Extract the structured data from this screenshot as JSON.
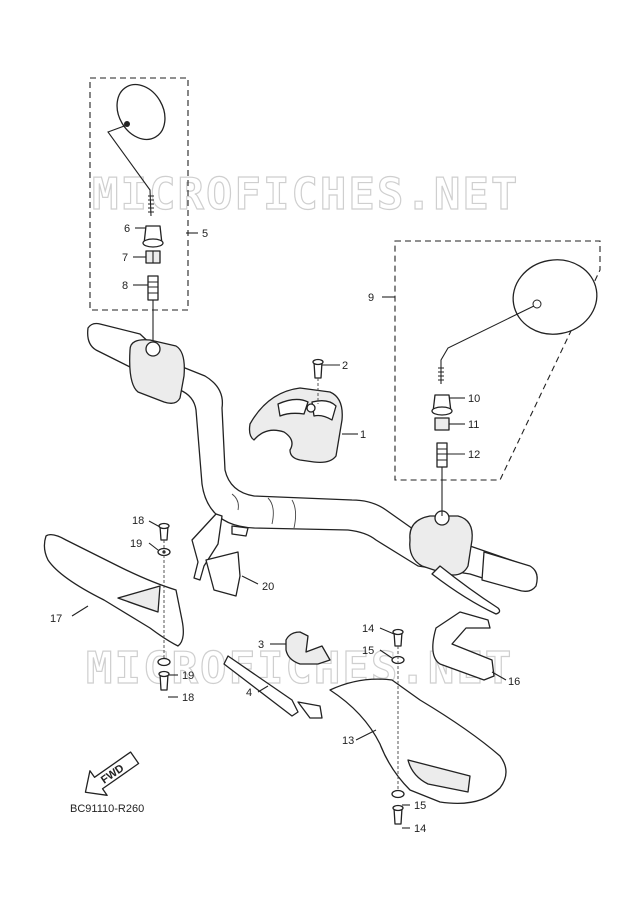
{
  "watermark": "MICROFICHES.NET",
  "diagram_code": "BC91110-R260",
  "fwd_label": "FWD",
  "callouts": {
    "p1": "1",
    "p2": "2",
    "p3": "3",
    "p4": "4",
    "p5": "5",
    "p6": "6",
    "p7": "7",
    "p8": "8",
    "p9": "9",
    "p10": "10",
    "p11": "11",
    "p12": "12",
    "p13": "13",
    "p14a": "14",
    "p14b": "14",
    "p15a": "15",
    "p15b": "15",
    "p16": "16",
    "p17": "17",
    "p18a": "18",
    "p18b": "18",
    "p19a": "19",
    "p19b": "19",
    "p20": "20"
  }
}
